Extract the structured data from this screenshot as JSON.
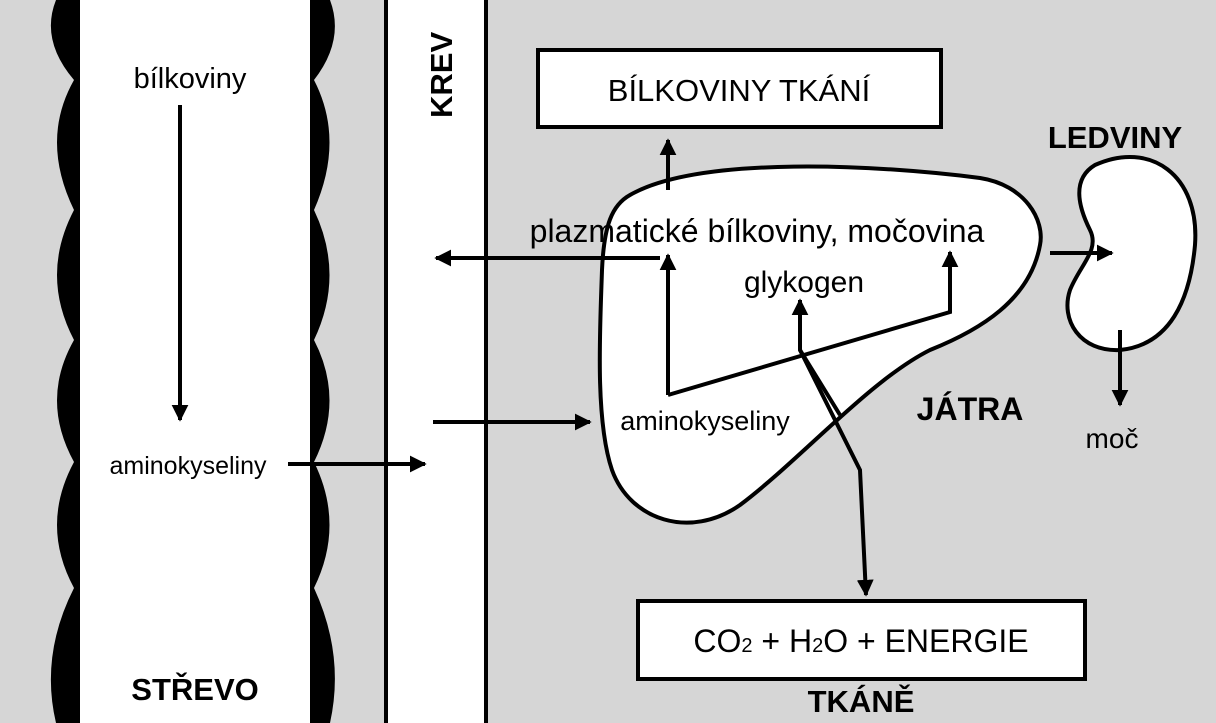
{
  "labels": {
    "bilkoviny": "bílkoviny",
    "aminokyseliny_strevo": "aminokyseliny",
    "strevo": "STŘEVO",
    "krev": "KREV",
    "bilkoviny_tkani": "BÍLKOVINY TKÁNÍ",
    "plazmaticke": "plazmatické bílkoviny, močovina",
    "glykogen": "glykogen",
    "aminokyseliny_jatra": "aminokyseliny",
    "jatra": "JÁTRA",
    "ledviny": "LEDVINY",
    "moc": "moč",
    "co2": "CO",
    "co2_sub": "2",
    "plus1": " + ",
    "h2o": "H",
    "h2o_sub": "2",
    "h2o_o": "O",
    "plus2": " + ",
    "energie": "ENERGIE",
    "tkane": "TKÁNĚ"
  },
  "colors": {
    "background": "#d6d6d6",
    "white": "#ffffff",
    "ink": "#000000"
  }
}
